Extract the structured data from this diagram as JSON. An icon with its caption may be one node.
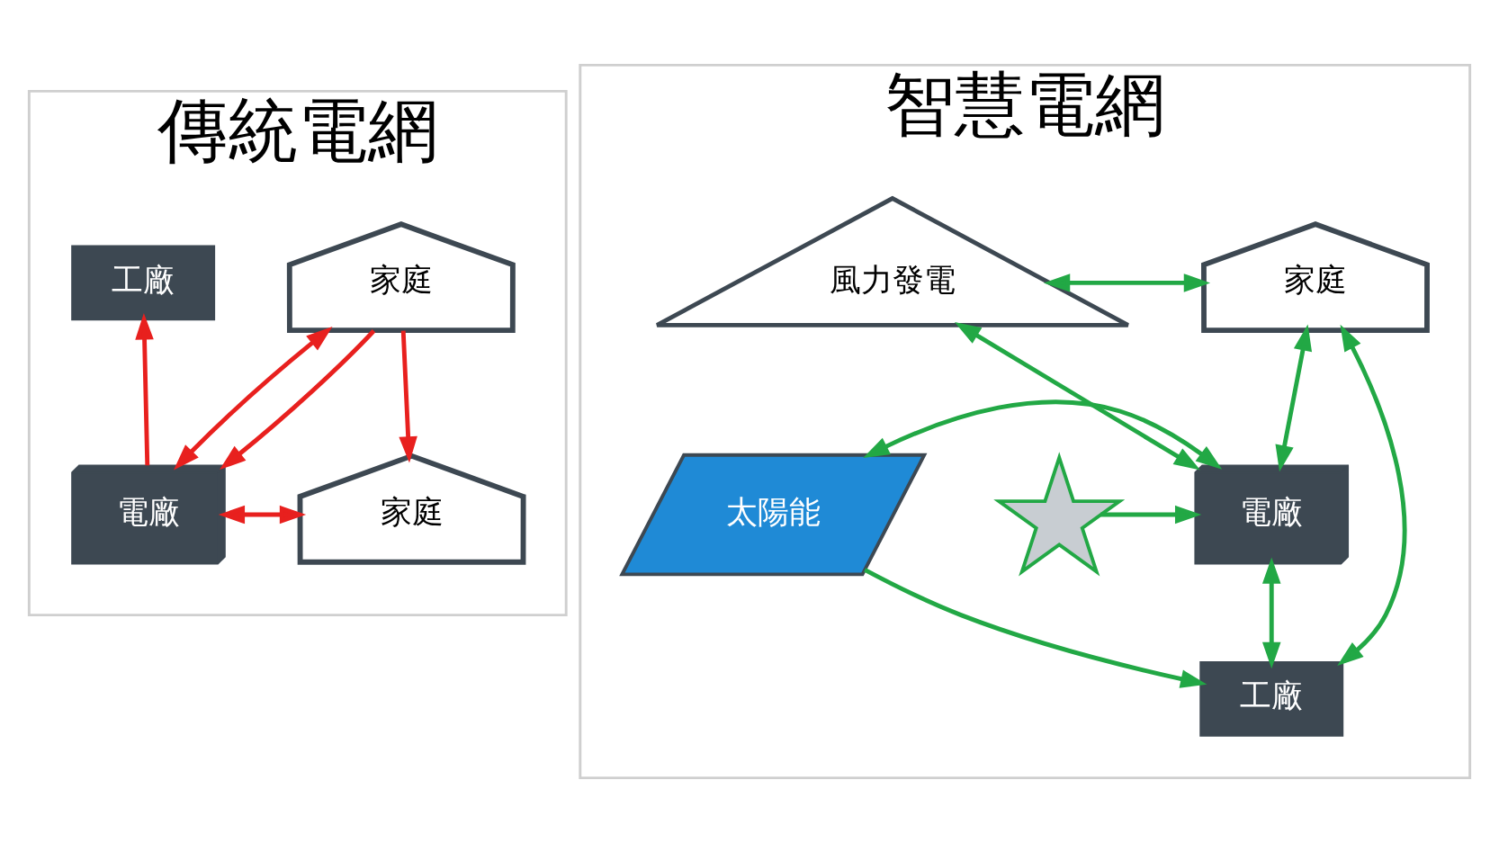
{
  "diagram": {
    "nodes": [
      {
        "text": [
          "傳統電網"
        ]
      },
      {
        "text": [
          "家庭"
        ],
        "in": 0
      },
      {
        "text": [
          "工廠"
        ],
        "in": 0
      },
      {
        "text": [
          "電廠"
        ],
        "in": 0
      },
      {
        "text": [
          "家庭"
        ],
        "in": 0
      },
      {
        "text": [
          "智慧電網"
        ]
      },
      {
        "text": [
          "風力發電"
        ],
        "in": 5
      },
      {
        "text": [
          "家庭"
        ],
        "in": 5
      },
      {
        "text": [],
        "shape": "picture",
        "in": 5
      },
      {
        "text": [
          "太陽能"
        ],
        "in": 5
      },
      {
        "text": [
          "電廠"
        ],
        "in": 5
      },
      {
        "text": [
          "工廠"
        ],
        "in": 5
      }
    ],
    "edges": [
      {
        "from": 1,
        "to": 3,
        "arrow": "both",
        "color": "#e8201e"
      },
      {
        "from": 3,
        "to": 2,
        "arrow": "to",
        "color": "#e8201e"
      },
      {
        "from": 1,
        "to": 3,
        "arrow": "to",
        "color": "#e8201e"
      },
      {
        "from": 1,
        "to": 4,
        "arrow": "to",
        "color": "#e8201e"
      },
      {
        "from": 4,
        "to": 3,
        "arrow": "both",
        "color": "#e8201e"
      },
      {
        "from": 6,
        "to": 7,
        "arrow": "both"
      },
      {
        "from": 6,
        "to": 10,
        "arrow": "both"
      },
      {
        "from": 7,
        "to": 10,
        "arrow": "both"
      },
      {
        "from": 7,
        "to": 11,
        "arrow": "both"
      },
      {
        "from": 8,
        "to": 10,
        "arrow": "to"
      },
      {
        "from": 9,
        "to": 10,
        "arrow": "both"
      },
      {
        "from": 10,
        "to": 11,
        "arrow": "both"
      },
      {
        "from": 9,
        "to": 11,
        "arrow": "to"
      }
    ]
  }
}
